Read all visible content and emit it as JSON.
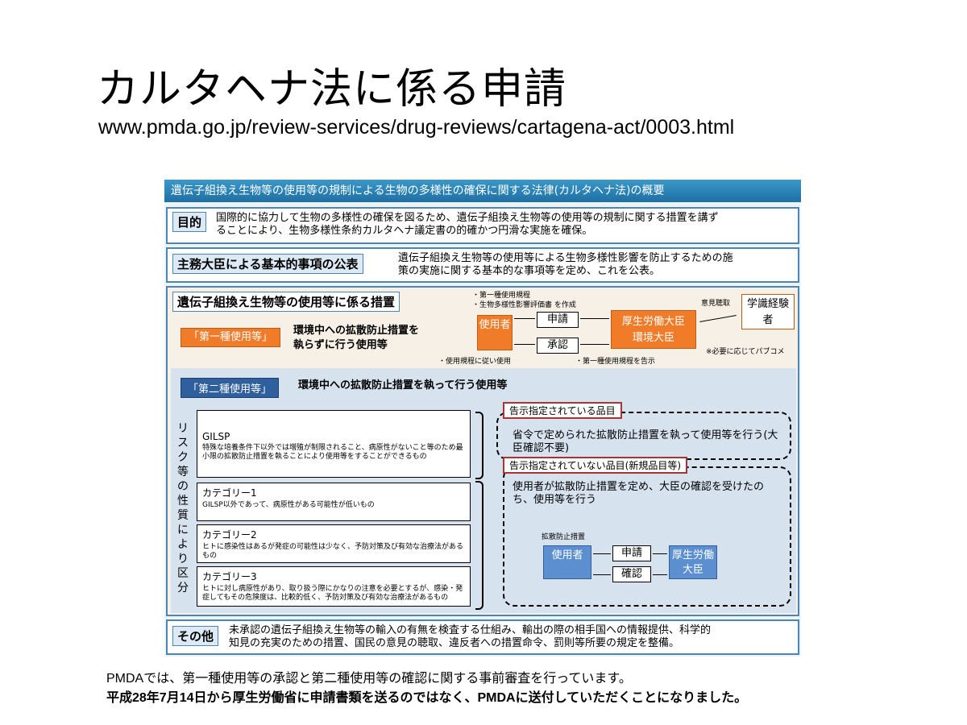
{
  "slide": {
    "title": "カルタヘナ法に係る申請",
    "url": "www.pmda.go.jp/review-services/drug-reviews/cartagena-act/0003.html",
    "footer_line1": "PMDAでは、第一種使用等の承認と第二種使用等の確認に関する事前審査を行っています。",
    "footer_line2": "平成28年7月14日から厚生労働省に申請書類を送るのではなく、PMDAに送付していただくことになりました。"
  },
  "figure": {
    "header": "遺伝子組換え生物等の使用等の規制による生物の多様性の確保に関する法律(カルタヘナ法)の概要",
    "purpose": {
      "label": "目的",
      "text1": "国際的に協力して生物の多様性の確保を図るため、遺伝子組換え生物等の使用等の規制に関する措置を講ず",
      "text2": "ることにより、生物多様性条約カルタヘナ議定書の的確かつ円滑な実施を確保。"
    },
    "basic": {
      "label": "主務大臣による基本的事項の公表",
      "text1": "遺伝子組換え生物等の使用等による生物多様性影響を防止するための施",
      "text2": "策の実施に関する基本的な事項等を定め、これを公表。"
    },
    "measures": {
      "label": "遺伝子組換え生物等の使用等に係る措置",
      "type1_label": "「第一種使用等」",
      "type1_desc1": "環境中への拡散防止措置を",
      "type1_desc2": "執らずに行う使用等",
      "note_top1": "・第一種使用規程",
      "note_top2": "・生物多様性影響評価書 を作成",
      "user": "使用者",
      "apply": "申請",
      "approve": "承認",
      "ministers": "厚生労働大臣\n環境大臣",
      "hearing": "意見聴取",
      "experts": "学識経験者",
      "follow_rules": "・使用規程に従い使用",
      "announce": "・第一種使用規程を告示",
      "pubcom": "※必要に応じてパブコメ",
      "type2_label": "「第二種使用等」",
      "type2_desc": "環境中への拡散防止措置を執って行う使用等",
      "side_label": "リスク等の性質により区分",
      "categories": [
        {
          "name": "GILSP",
          "desc": "特殊な培養条件下以外では増殖が制限されること、病原性がないこと等のため最小限の拡散防止措置を執ることにより使用等をすることができるもの"
        },
        {
          "name": "カテゴリー1",
          "desc": "GILSP以外であって、病原性がある可能性が低いもの"
        },
        {
          "name": "カテゴリー2",
          "desc": "ヒトに感染性はあるが発症の可能性は少なく、予防対策及び有効な治療法があるもの"
        },
        {
          "name": "カテゴリー3",
          "desc": "ヒトに対し病原性があり、取り扱う際にかなりの注意を必要とするが、感染・発症してもその危険度は、比較的低く、予防対策及び有効な治療法があるもの"
        }
      ],
      "listed_label": "告示指定されている品目",
      "listed_text": "省令で定められた拡散防止措置を執って使用等を行う(大臣確認不要)",
      "unlisted_label": "告示指定されていない品目(新規品目等)",
      "unlisted_text": "使用者が拡散防止措置を定め、大臣の確認を受けたのち、使用等を行う",
      "containment": "拡散防止措置",
      "user2": "使用者",
      "apply2": "申請",
      "confirm": "確認",
      "minister2": "厚生労働大臣"
    },
    "other": {
      "label": "その他",
      "text1": "未承認の遺伝子組換え生物等の輸入の有無を検査する仕組み、輸出の際の相手国への情報提供、科学的",
      "text2": "知見の充実のための措置、国民の意見の聴取、違反者への措置命令、罰則等所要の規定を整備。"
    }
  }
}
